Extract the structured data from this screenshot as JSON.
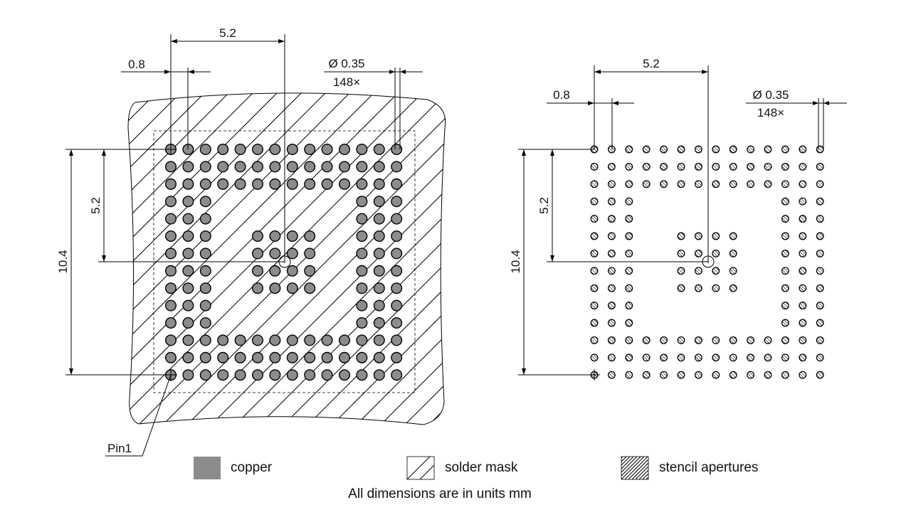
{
  "left_view": {
    "dim_pitch_span": "5.2",
    "dim_pitch": "0.8",
    "dim_diameter": "Ø 0.35",
    "dim_count": "148×",
    "dim_vertical_half": "5.2",
    "dim_vertical_full": "10.4",
    "pin1_label": "Pin1"
  },
  "right_view": {
    "dim_pitch_span": "5.2",
    "dim_pitch": "0.8",
    "dim_diameter": "Ø 0.35",
    "dim_count": "148×",
    "dim_vertical_half": "5.2",
    "dim_vertical_full": "10.4"
  },
  "legend": {
    "copper": "copper",
    "solder_mask": "solder mask",
    "stencil": "stencil apertures",
    "note": "All dimensions are in units mm"
  },
  "colors": {
    "copper": "#8c8c8c",
    "line": "#000000"
  },
  "grid": {
    "size": 14,
    "pitch_mm": 0.8,
    "pad_count": 148
  }
}
